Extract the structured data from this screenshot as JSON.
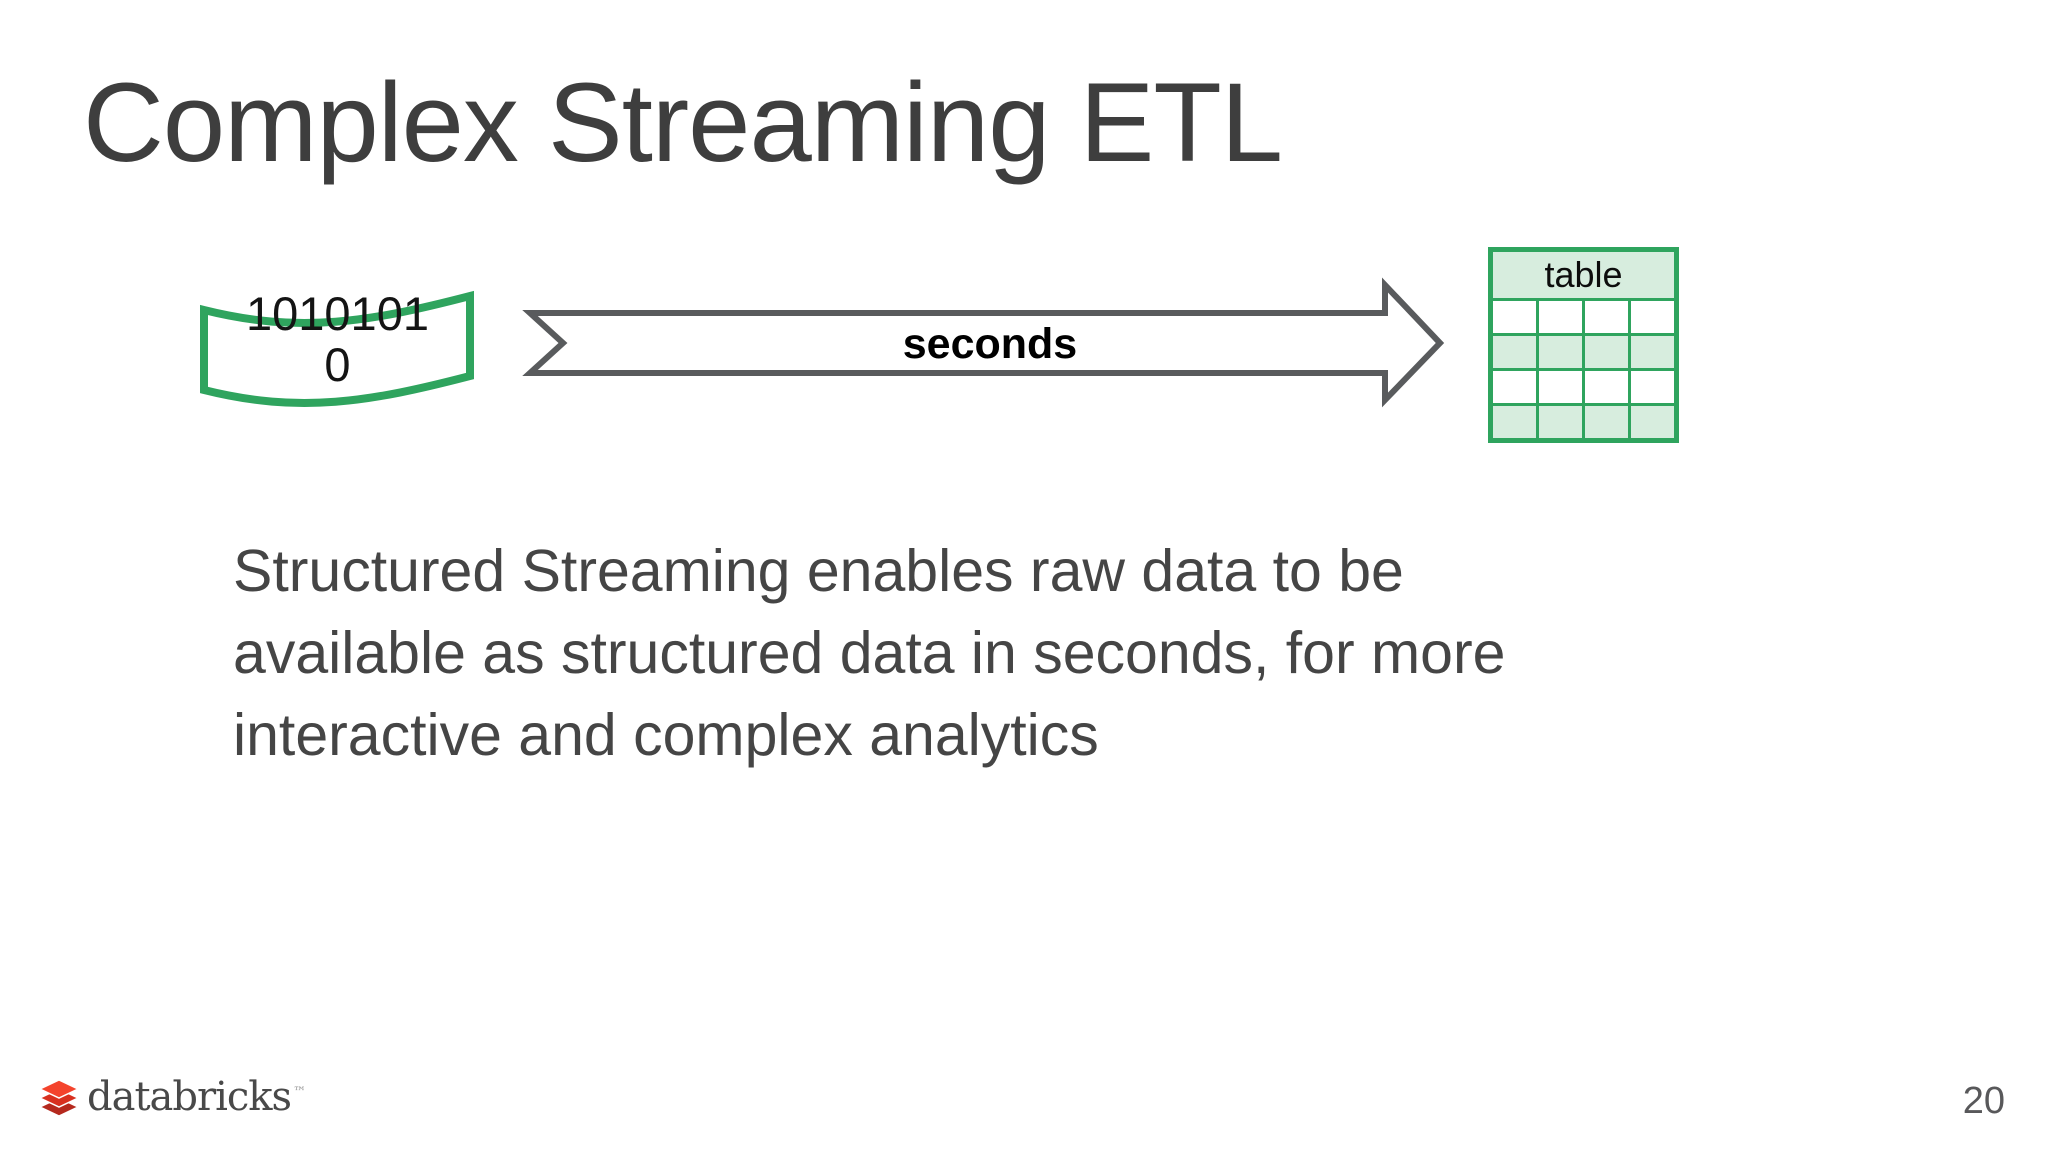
{
  "slide": {
    "title": "Complex Streaming ETL",
    "page_number": "20"
  },
  "diagram": {
    "source_label_line1": "1010101",
    "source_label_line2": "0",
    "arrow_label": "seconds",
    "table_label": "table",
    "table_columns": 4,
    "table_rows": 4
  },
  "body": {
    "line1": "Structured Streaming enables raw data to be",
    "line2": "available as structured data in seconds, for more",
    "line3": "interactive and complex analytics"
  },
  "footer": {
    "brand": "databricks",
    "trademark": "™"
  },
  "colors": {
    "green": "#2FA45E",
    "green_light": "#D7EDDE",
    "arrow_gray": "#595B5D",
    "title_gray": "#3E3E3E",
    "body_gray": "#454545",
    "logo_red": "#EE3D2C",
    "page_gray": "#58585A"
  }
}
